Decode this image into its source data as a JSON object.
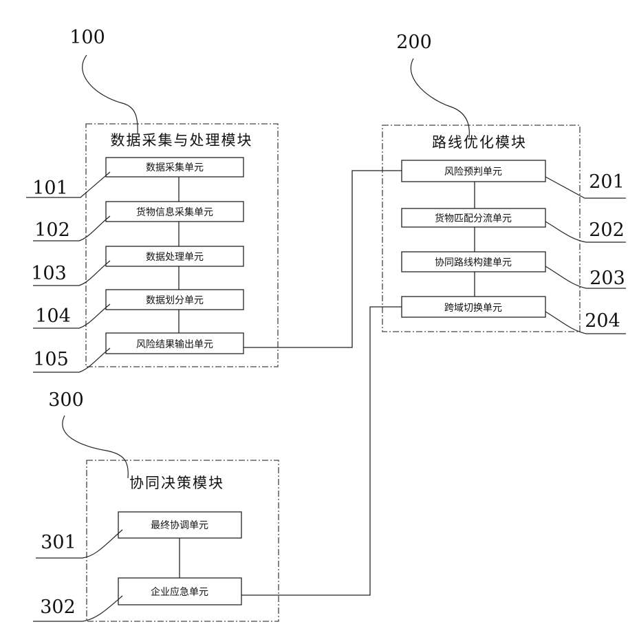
{
  "modules": [
    {
      "id": "m100",
      "ref": "100",
      "title": "数据采集与处理模块",
      "units": [
        {
          "ref": "101",
          "label": "数据采集单元"
        },
        {
          "ref": "102",
          "label": "货物信息采集单元"
        },
        {
          "ref": "103",
          "label": "数据处理单元"
        },
        {
          "ref": "104",
          "label": "数据划分单元"
        },
        {
          "ref": "105",
          "label": "风险结果输出单元"
        }
      ]
    },
    {
      "id": "m200",
      "ref": "200",
      "title": "路线优化模块",
      "units": [
        {
          "ref": "201",
          "label": "风险预判单元"
        },
        {
          "ref": "202",
          "label": "货物匹配分流单元"
        },
        {
          "ref": "203",
          "label": "协同路线构建单元"
        },
        {
          "ref": "204",
          "label": "跨域切换单元"
        }
      ]
    },
    {
      "id": "m300",
      "ref": "300",
      "title": "协同决策模块",
      "units": [
        {
          "ref": "301",
          "label": "最终协调单元"
        },
        {
          "ref": "302",
          "label": "企业应急单元"
        }
      ]
    }
  ],
  "connections": [
    {
      "from": "105",
      "to": "201"
    },
    {
      "from": "302",
      "to": "204"
    }
  ]
}
